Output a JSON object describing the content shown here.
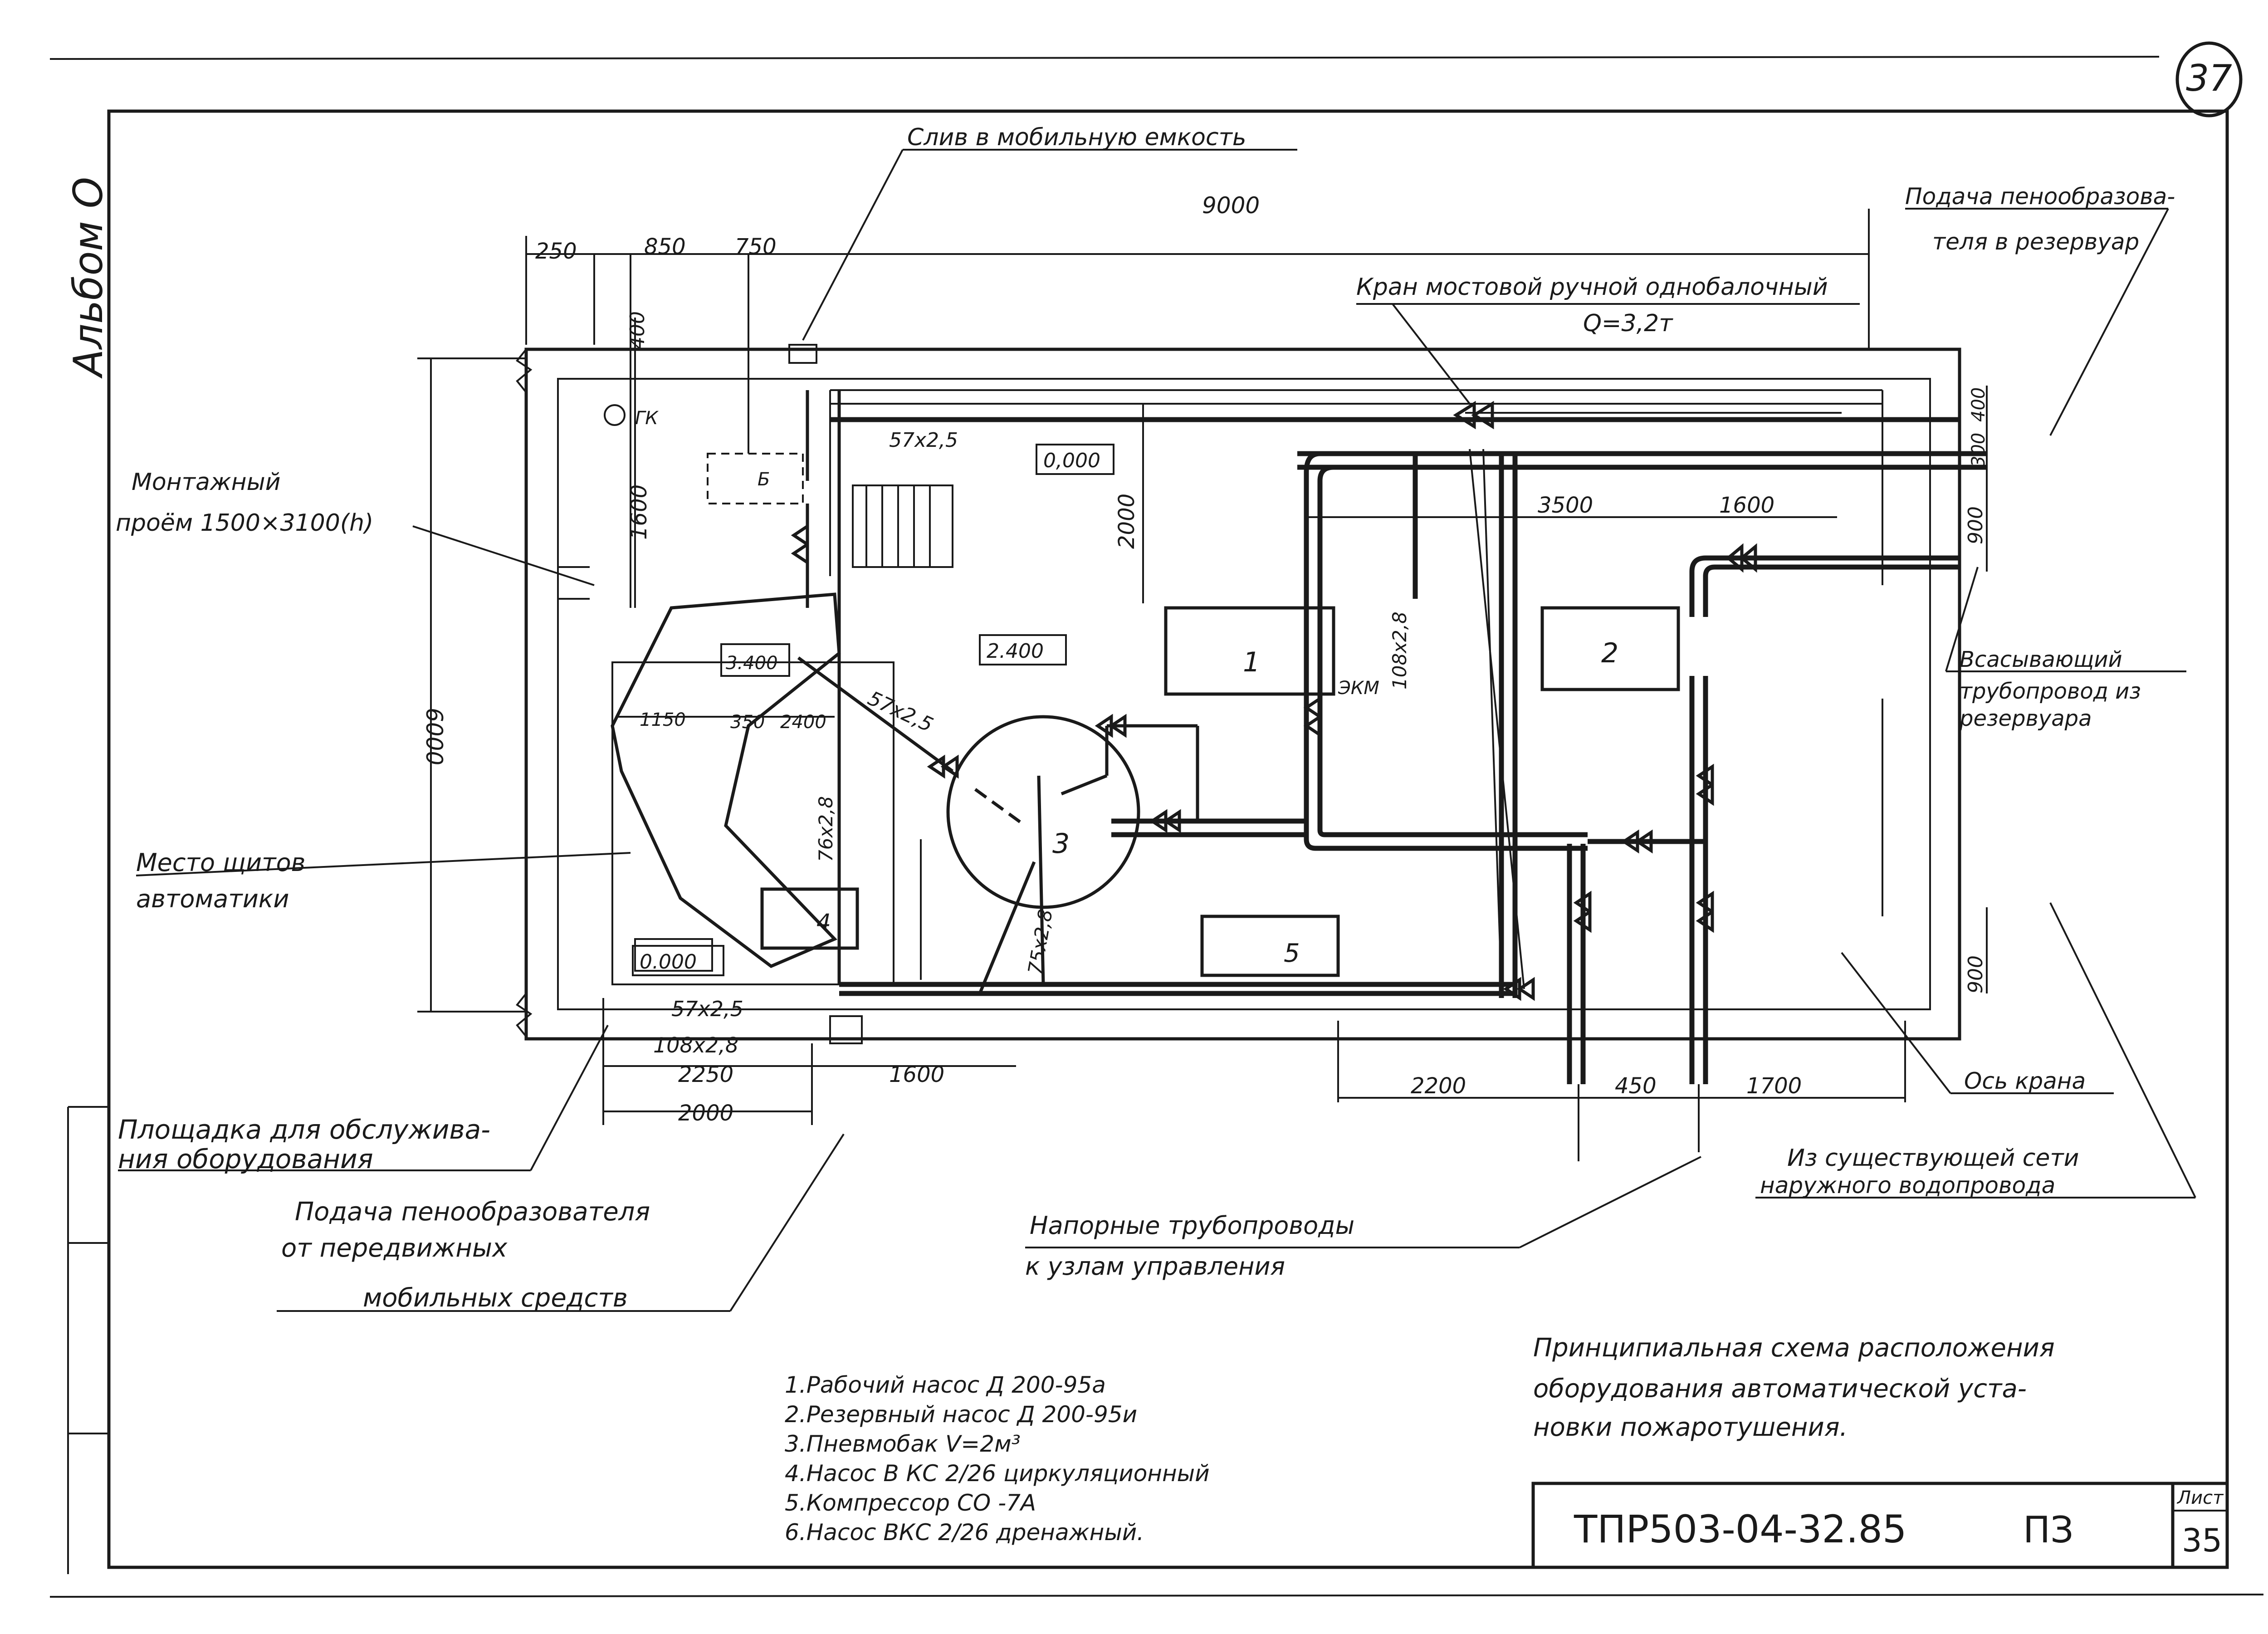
{
  "sheet_number_circled": "37",
  "album_label": "Альбом О",
  "labels": {
    "drain": "Слив в мобильную емкость",
    "foam_to_reservoir_1": "Подача пенообразова-",
    "foam_to_reservoir_2": "теля в резервуар",
    "crane_1": "Кран мостовой ручной однобалочный",
    "crane_2": "Q=3,2т",
    "opening_1": "Монтажный",
    "opening_2": "проём  1500×3100(h)",
    "suction_1": "Всасывающий",
    "suction_2": "трубопровод из",
    "suction_3": "резервуара",
    "panels_1": "Место щитов",
    "panels_2": "автоматики",
    "crane_axis": "Ось крана",
    "mains_1": "Из существующей сети",
    "mains_2": "наружного водопровода",
    "platform_1": "Площадка для обслужива-",
    "platform_2": "ния оборудования",
    "foam_mobile_1": "Подача  пенообразователя",
    "foam_mobile_2": "от  передвижных",
    "foam_mobile_3": "мобильных  средств",
    "pressure_1": "Напорные  трубопроводы",
    "pressure_2": "к  узлам  управления"
  },
  "dimensions": {
    "overall_width": "9000",
    "d250": "250",
    "d850": "850",
    "d750": "750",
    "d400_top": "400",
    "d1600_left": "1600",
    "d2000_v": "2000",
    "d6000": "6000",
    "d3500": "3500",
    "d1600_right": "1600",
    "d400_right": "400",
    "d300_right": "300",
    "d900_top": "900",
    "d900_bottom": "900",
    "d1150": "1150",
    "d350": "350",
    "d2400": "2400",
    "d2250": "2250",
    "d1600_bottom": "1600",
    "d2000_bottom": "2000",
    "d2200": "2200",
    "d450": "450",
    "d1700": "1700"
  },
  "pipes": {
    "p57_top": "57х2,5",
    "p57_diag": "57х2,5",
    "p76": "76х2,8",
    "p75": "75х2,8",
    "p108_v": "108х2,8",
    "p57_bottom": "57х2,5",
    "p108_bottom": "108х2,8"
  },
  "elevations": {
    "e0_top": "0,000",
    "e2400": "2.400",
    "e3400": "3.400",
    "e0_bottom": "0.000"
  },
  "marks": {
    "gk": "ГК",
    "b": "Б",
    "ekm": "ЭКМ",
    "n1": "1",
    "n2": "2",
    "n3": "3",
    "n4": "4",
    "n5": "5"
  },
  "legend": [
    "1.Рабочий  насос Д 200-95а",
    "2.Резервный насос Д 200-95и",
    "3.Пневмобак  V=2м³",
    "4.Насос В КС 2/26  циркуляционный",
    "5.Компрессор  СО -7А",
    "6.Насос  ВКС 2/26  дренажный."
  ],
  "caption": [
    "Принципиальная  схема расположения",
    "оборудования  автоматической  уста-",
    "новки  пожаротушения."
  ],
  "title_block": {
    "code": "ТПР503-04-32.85",
    "section": "ПЗ",
    "list_label": "Лист",
    "list_number": "35"
  },
  "colors": {
    "ink": "#1a1a1a",
    "paper": "#ffffff"
  }
}
